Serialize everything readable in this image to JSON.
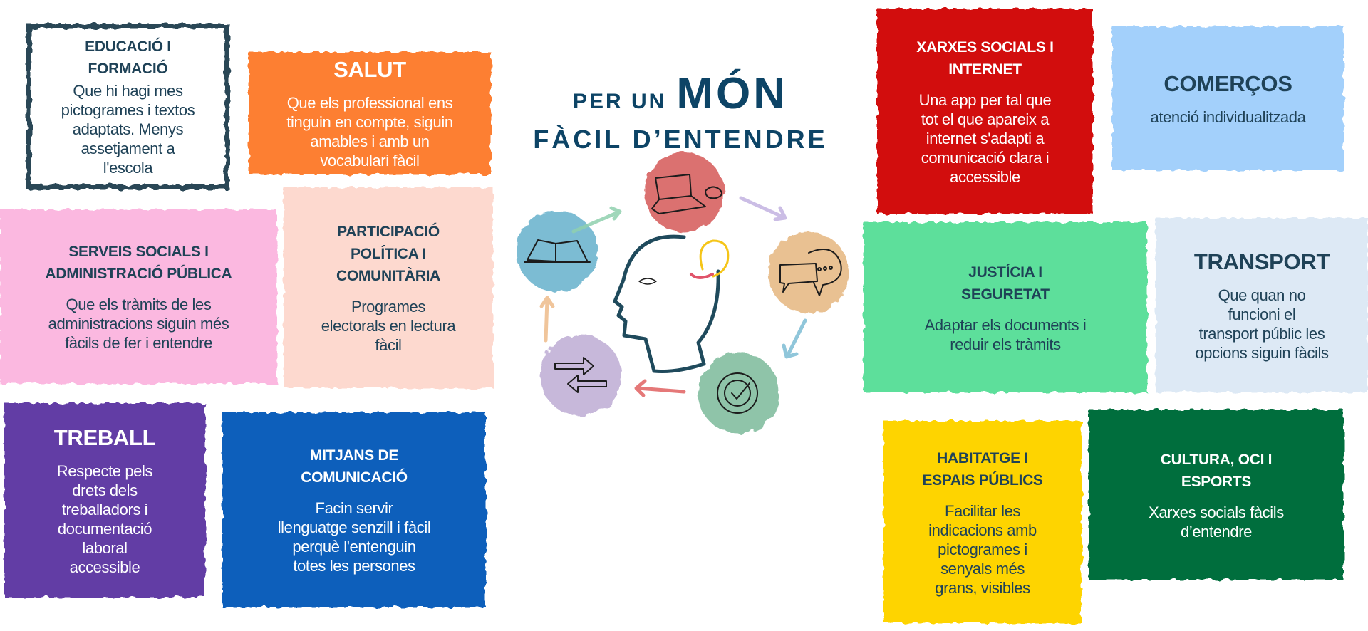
{
  "header": {
    "line1": "PER UN",
    "highlight": "MÓN",
    "line2": "FÀCIL D’ENTENDRE"
  },
  "colors": {
    "title": "#0d4466",
    "text_dark": "#1f4257"
  },
  "illustration_icons": [
    "laptop-icon",
    "speech-bubbles-icon",
    "gear-check-icon",
    "exchange-arrows-icon",
    "open-book-icon",
    "head-lightbulb-icon"
  ],
  "boxes": [
    {
      "id": "educacio",
      "title": [
        "EDUCACIÓ I",
        "FORMACIÓ"
      ],
      "body": [
        "Que hi hagi mes",
        "pictogrames i textos",
        "adaptats. Menys",
        "assetjament a",
        "l'escola"
      ],
      "bg": "#ffffff",
      "fg": "#1f4257"
    },
    {
      "id": "salut",
      "title": [
        "SALUT"
      ],
      "body": [
        "Que els professional ens",
        "tinguin en compte, siguin",
        "amables i amb un",
        "vocabulari fàcil"
      ],
      "bg": "#fd7f30",
      "fg": "#ffffff",
      "big": true
    },
    {
      "id": "serveis",
      "title": [
        "SERVEIS SOCIALS I",
        "ADMINISTRACIÓ PÚBLICA"
      ],
      "body": [
        "Que els tràmits de les",
        "administracions siguin més",
        "fàcils de fer i entendre"
      ],
      "bg": "#fbb8e0",
      "fg": "#1f4257"
    },
    {
      "id": "participacio",
      "title": [
        "PARTICIPACIÓ",
        "POLÍTICA I",
        "COMUNITÀRIA"
      ],
      "body": [
        "Programes",
        "electorals en lectura",
        "fàcil"
      ],
      "bg": "#fdd9cf",
      "fg": "#1f4257"
    },
    {
      "id": "treball",
      "title": [
        "TREBALL"
      ],
      "body": [
        "Respecte pels",
        "drets dels",
        "treballadors i",
        "documentació",
        "laboral",
        "accessible"
      ],
      "bg": "#623ea5",
      "fg": "#ffffff",
      "big": true
    },
    {
      "id": "mitjans",
      "title": [
        "MITJANS DE",
        "COMUNICACIÓ"
      ],
      "body": [
        "Facin servir",
        "llenguatge senzill i fàcil",
        "perquè l'entenguin",
        "totes les persones"
      ],
      "bg": "#0e5fbb",
      "fg": "#ffffff"
    },
    {
      "id": "xarxes",
      "title": [
        "XARXES SOCIALS I",
        "INTERNET"
      ],
      "body": [
        "Una app per tal que",
        "tot el que apareix a",
        "internet s'adapti a",
        "comunicació clara i",
        "accessible"
      ],
      "bg": "#d20a10",
      "fg": "#ffffff"
    },
    {
      "id": "comercos",
      "title": [
        "COMERÇOS"
      ],
      "body": [
        "atenció individualitzada"
      ],
      "bg": "#a3d0fb",
      "fg": "#1f4257",
      "big": true
    },
    {
      "id": "justicia",
      "title": [
        "JUSTÍCIA I",
        "SEGURETAT"
      ],
      "body": [
        "Adaptar els documents i",
        "reduir els tràmits"
      ],
      "bg": "#5ddf9b",
      "fg": "#1f4257"
    },
    {
      "id": "transport",
      "title": [
        "TRANSPORT"
      ],
      "body": [
        "Que quan no",
        "funcioni el",
        "transport públic les",
        "opcions siguin fàcils"
      ],
      "bg": "#dde9f5",
      "fg": "#1f4257",
      "big": true
    },
    {
      "id": "habitatge",
      "title": [
        "HABITATGE I",
        "ESPAIS PÚBLICS"
      ],
      "body": [
        "Facilitar les",
        "indicacions amb",
        "pictogrames i",
        "senyals més",
        "grans, visibles"
      ],
      "bg": "#fed402",
      "fg": "#1f4257"
    },
    {
      "id": "cultura",
      "title": [
        "CULTURA, OCI I",
        "ESPORTS"
      ],
      "body": [
        "Xarxes socials fàcils",
        "d’entendre"
      ],
      "bg": "#046e3e",
      "fg": "#ffffff"
    }
  ]
}
